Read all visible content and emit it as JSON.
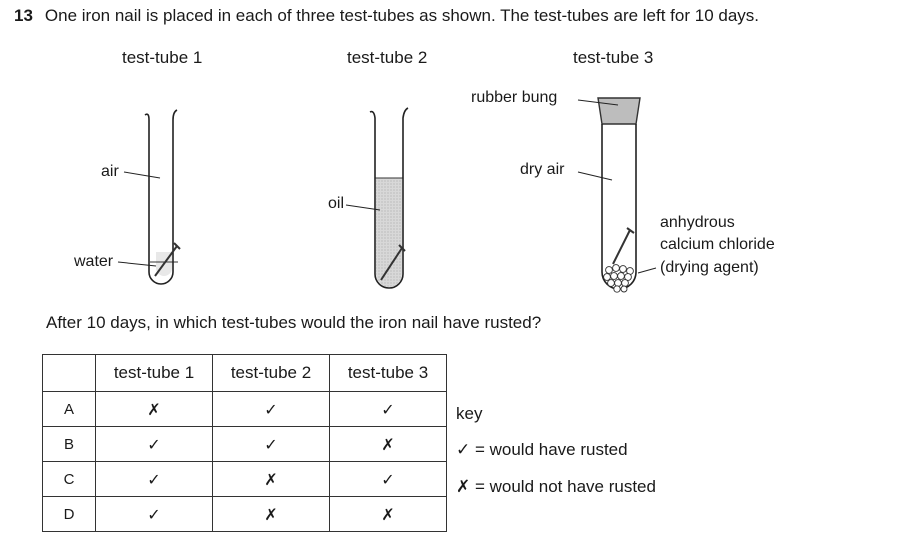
{
  "question": {
    "number": "13",
    "text": "One iron nail is placed in each of three test-tubes as shown. The test-tubes are left for 10 days."
  },
  "diagram": {
    "tube_labels": [
      "test-tube 1",
      "test-tube 2",
      "test-tube 3"
    ],
    "labels": {
      "air": "air",
      "water": "water",
      "oil": "oil",
      "rubber_bung": "rubber bung",
      "dry_air": "dry air",
      "drying_agent_line1": "anhydrous",
      "drying_agent_line2": "calcium chloride",
      "drying_agent_line3": "(drying agent)"
    }
  },
  "prompt": "After 10 days, in which test-tubes would the iron nail have rusted?",
  "table": {
    "headers": [
      "",
      "test-tube 1",
      "test-tube 2",
      "test-tube 3"
    ],
    "rows": [
      {
        "label": "A",
        "values": [
          "✗",
          "✓",
          "✓"
        ]
      },
      {
        "label": "B",
        "values": [
          "✓",
          "✓",
          "✗"
        ]
      },
      {
        "label": "C",
        "values": [
          "✓",
          "✗",
          "✓"
        ]
      },
      {
        "label": "D",
        "values": [
          "✓",
          "✗",
          "✗"
        ]
      }
    ]
  },
  "key": {
    "title": "key",
    "rusted": "✓ = would have rusted",
    "not_rusted": "✗ = would not have rusted"
  }
}
